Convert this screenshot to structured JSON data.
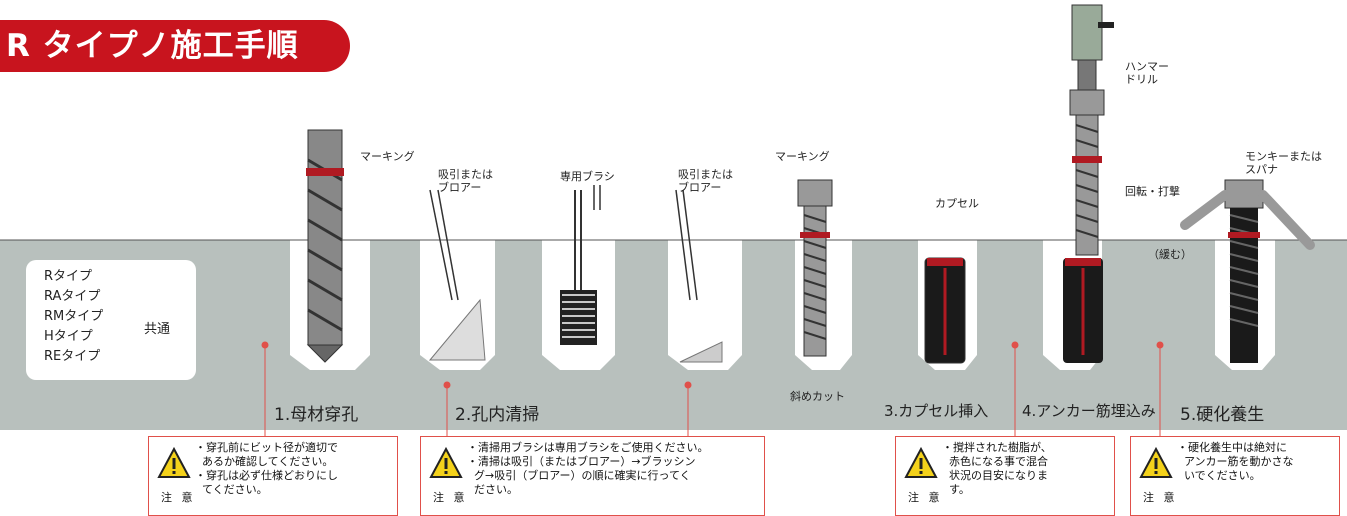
{
  "title": "R タイプノ施工手順",
  "types": [
    "Rタイプ",
    "RAタイプ",
    "RMタイプ",
    "Hタイプ",
    "REタイプ"
  ],
  "common": "共通",
  "labels": {
    "marking1": "マーキング",
    "suction1": "吸引または\nブロアー",
    "brush": "専用ブラシ",
    "suction2": "吸引または\nブロアー",
    "marking2": "マーキング",
    "capsule": "カプセル",
    "hammer": "ハンマー\nドリル",
    "rotation": "回転・打撃",
    "monkey": "モンキーまたは\nスパナ",
    "loosen": "（緩む）",
    "bevel": "斜めカット"
  },
  "steps": [
    "1.母材穿孔",
    "2.孔内清掃",
    "3.カプセル挿入",
    "4.アンカー筋埋込み",
    "5.硬化養生"
  ],
  "notes": [
    {
      "text": "・穿孔前にビット径が適切で\n  あるか確認してください。\n・穿孔は必ず仕様どおりにし\n  てください。"
    },
    {
      "text": "・清掃用ブラシは専用ブラシをご使用ください。\n・清掃は吸引（またはブロアー）→ブラッシン\n  グ→吸引（ブロアー）の順に確実に行ってく\n  ださい。"
    },
    {
      "text": "・撹拌された樹脂が、\n  赤色になる事で混合\n  状況の目安になりま\n  す。"
    },
    {
      "text": "・硬化養生中は絶対に\n  アンカー筋を動かさな\n  いでください。"
    }
  ],
  "caution": "注 意",
  "colors": {
    "accent": "#c8141e",
    "concrete": "#b8c0bd",
    "leader": "#e0504a"
  }
}
